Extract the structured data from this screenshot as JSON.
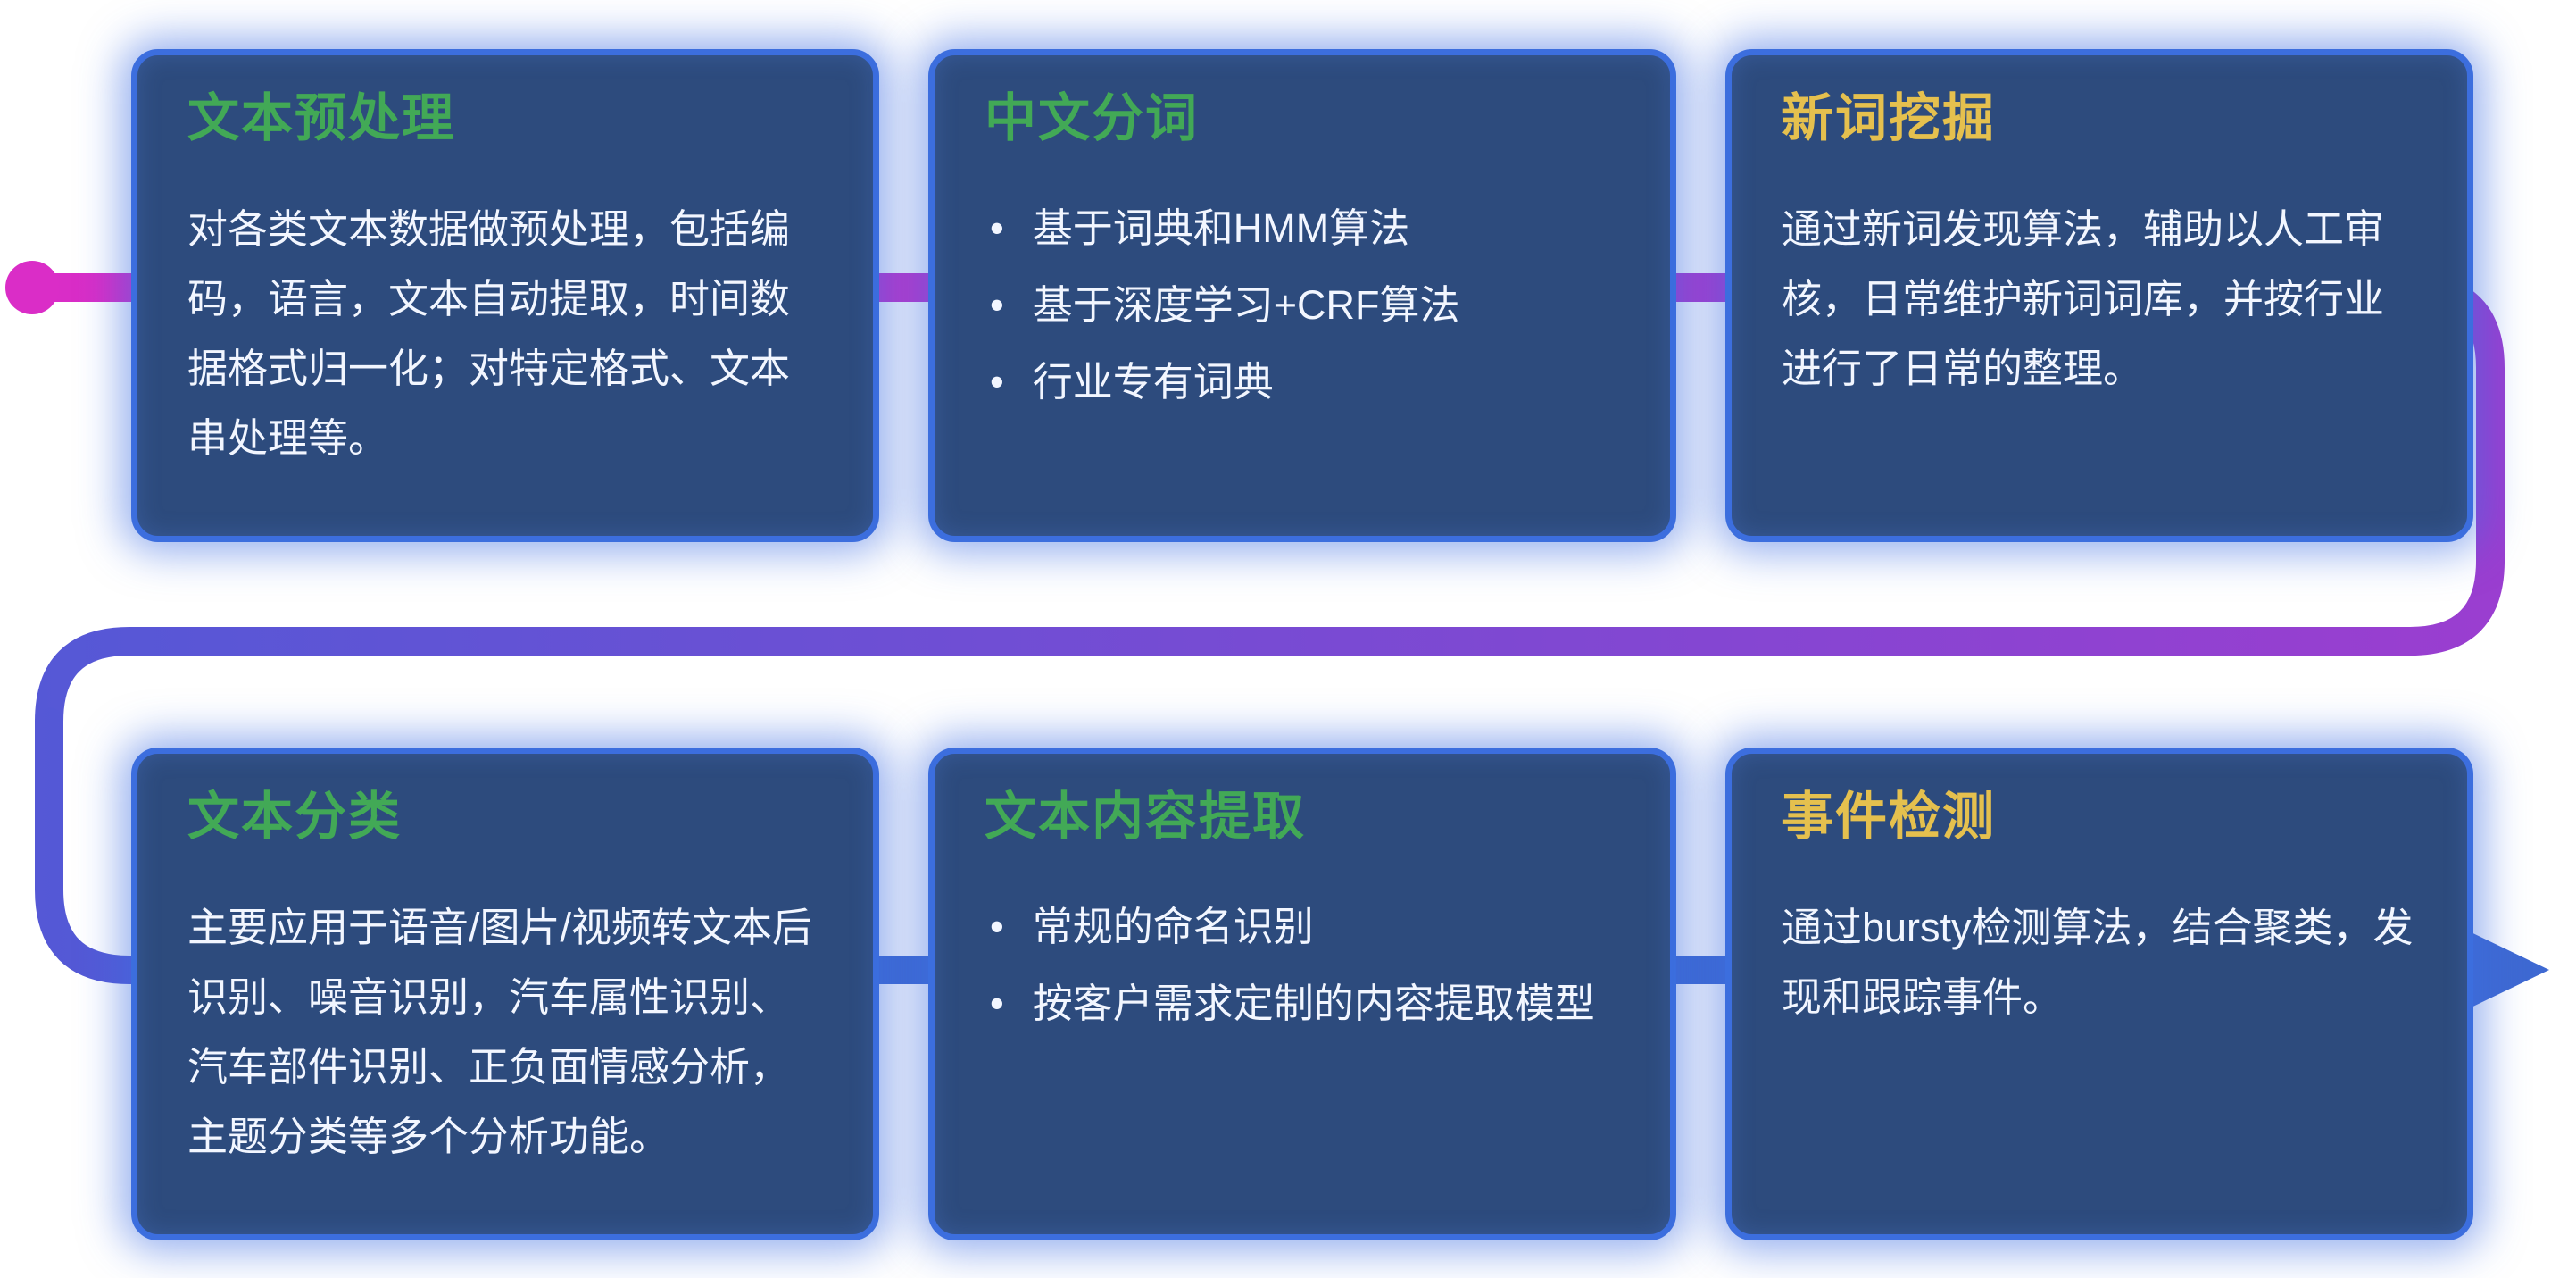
{
  "ui": {
    "bullet_glyph": "•"
  },
  "colors": {
    "card_bg": "#2d4b7d",
    "card_border": "#3c6ede",
    "title_green": "#42a956",
    "title_yellow": "#e5c04e",
    "body_text": "#f2f6ff",
    "flow_magenta": "#da2dc7",
    "flow_purple": "#9a3ed0",
    "flow_indigo": "#5558d6",
    "flow_blue": "#3e69d2"
  },
  "cards": [
    {
      "title": "文本预处理",
      "accent": "green",
      "body": "对各类文本数据做预处理，包括编码，语言，文本自动提取，时间数据格式归一化；对特定格式、文本串处理等。"
    },
    {
      "title": "中文分词",
      "accent": "green",
      "bullets": [
        "基于词典和HMM算法",
        "基于深度学习+CRF算法",
        "行业专有词典"
      ]
    },
    {
      "title": "新词挖掘",
      "accent": "yellow",
      "body": "通过新词发现算法，辅助以人工审核，日常维护新词词库，并按行业进行了日常的整理。"
    },
    {
      "title": "文本分类",
      "accent": "green",
      "body": "主要应用于语音/图片/视频转文本后识别、噪音识别，汽车属性识别、汽车部件识别、正负面情感分析，主题分类等多个分析功能。"
    },
    {
      "title": "文本内容提取",
      "accent": "green",
      "bullets": [
        "常规的命名识别",
        "按客户需求定制的内容提取模型"
      ]
    },
    {
      "title": "事件检测",
      "accent": "yellow",
      "body": "通过bursty检测算法，结合聚类，发现和跟踪事件。"
    }
  ]
}
